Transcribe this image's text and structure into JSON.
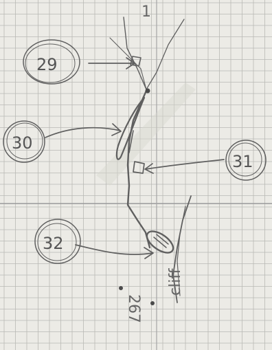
{
  "sketch": {
    "markers": [
      {
        "id": "29",
        "label": "29"
      },
      {
        "id": "30",
        "label": "30"
      },
      {
        "id": "31",
        "label": "31"
      },
      {
        "id": "32",
        "label": "32"
      }
    ],
    "cliff_label": "cliff",
    "elevation_label": "267",
    "top_mark": "1"
  }
}
